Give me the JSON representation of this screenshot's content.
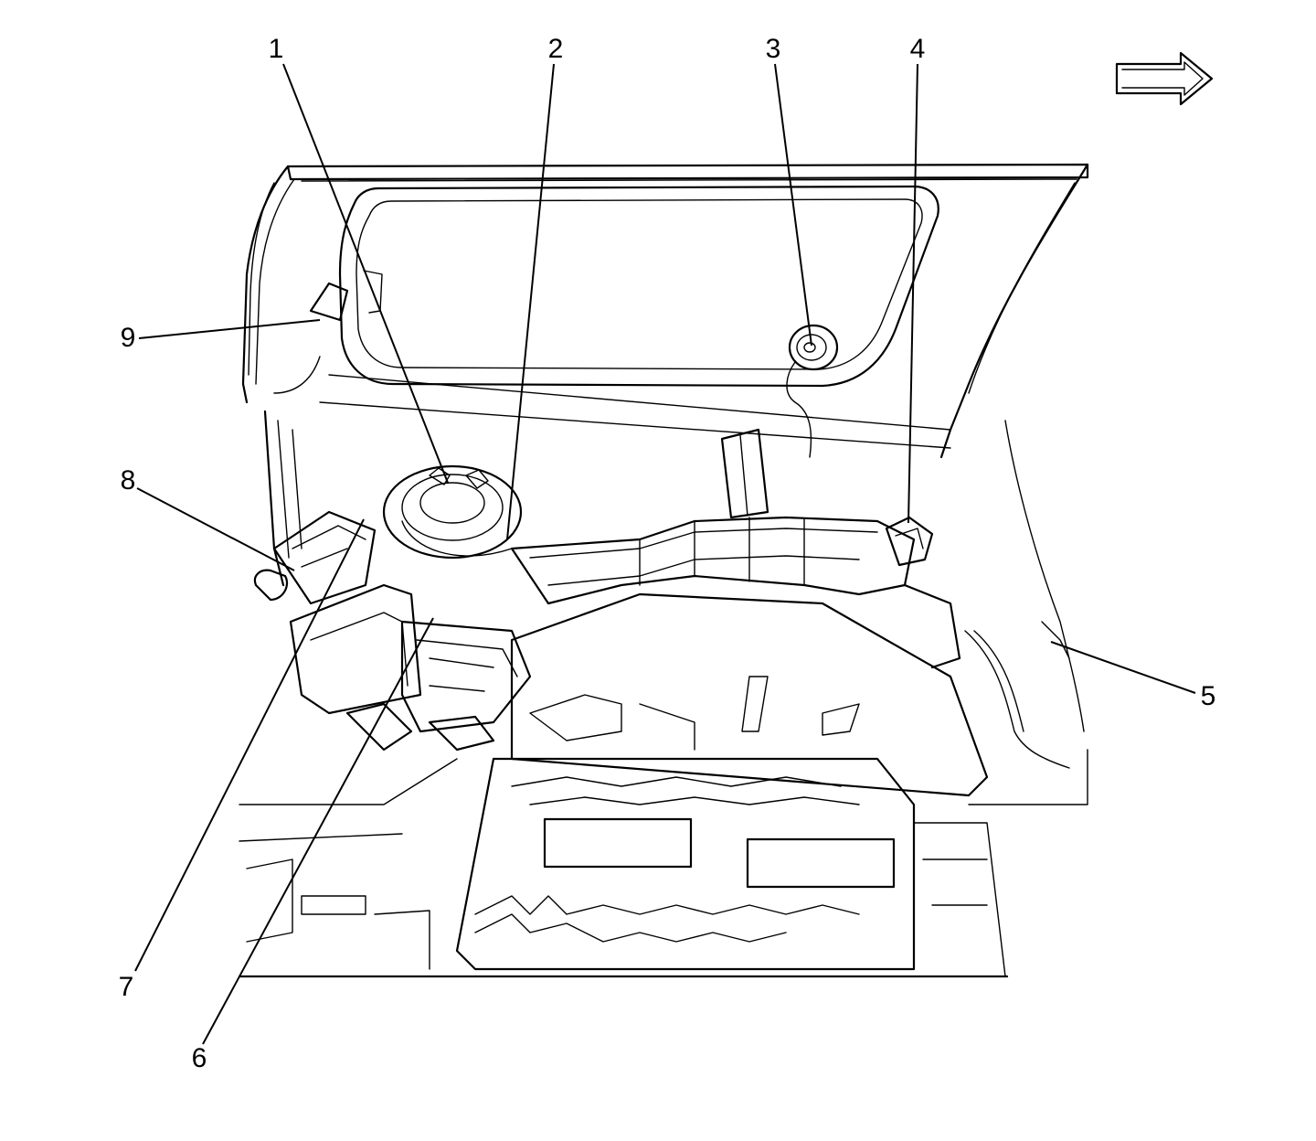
{
  "callouts": [
    {
      "label": "1",
      "name": "callout-1"
    },
    {
      "label": "2",
      "name": "callout-2"
    },
    {
      "label": "3",
      "name": "callout-3"
    },
    {
      "label": "4",
      "name": "callout-4"
    },
    {
      "label": "5",
      "name": "callout-5"
    },
    {
      "label": "6",
      "name": "callout-6"
    },
    {
      "label": "7",
      "name": "callout-7"
    },
    {
      "label": "8",
      "name": "callout-8"
    },
    {
      "label": "9",
      "name": "callout-9"
    }
  ],
  "icons": {
    "direction_arrow": "forward-direction-arrow-icon"
  },
  "colors": {
    "ink": "#000000",
    "background": "#ffffff"
  }
}
